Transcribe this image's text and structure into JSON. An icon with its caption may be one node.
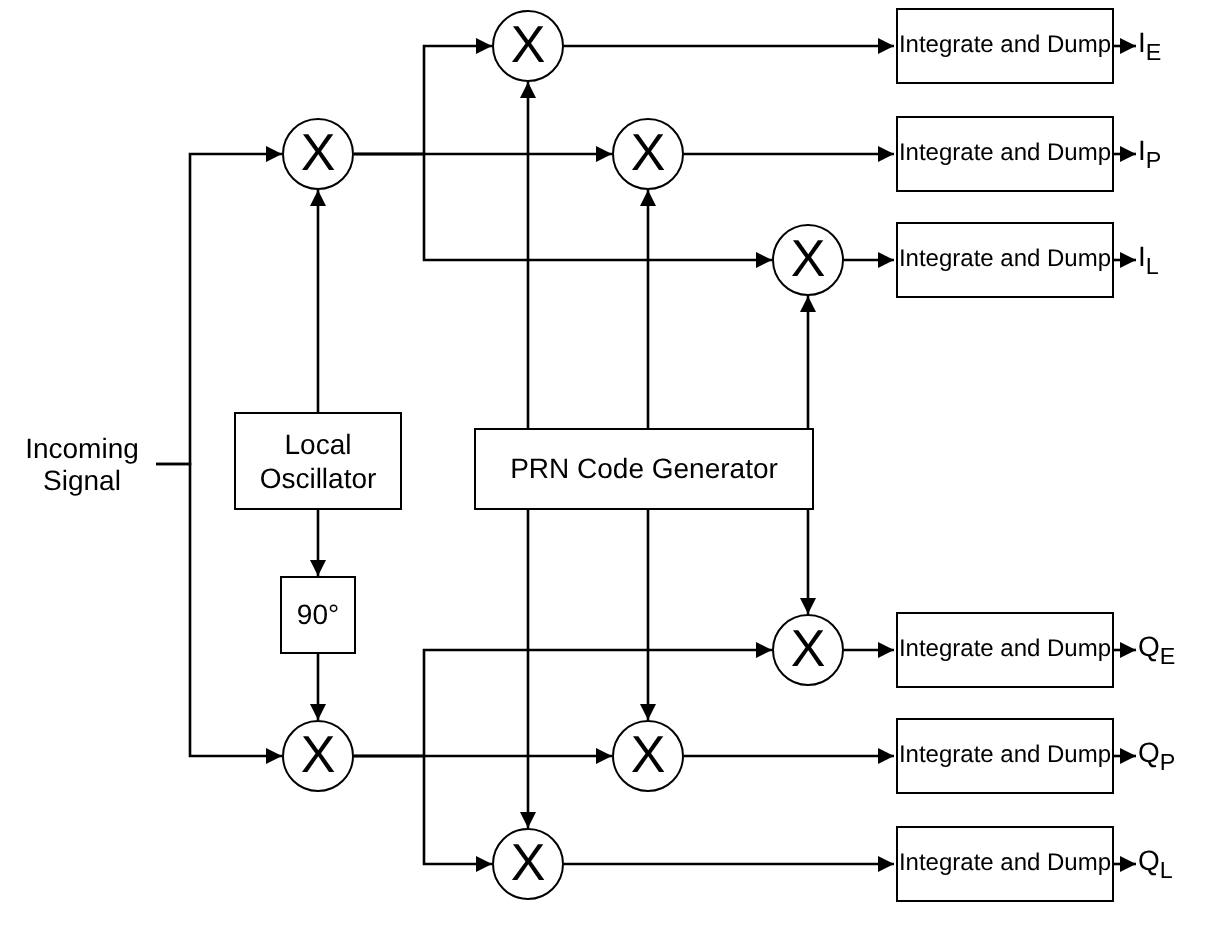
{
  "diagram": {
    "nodes": [
      {
        "text": [
          "Incoming Signal"
        ]
      },
      {
        "text": [
          "Local Oscillator"
        ]
      },
      {
        "text": [
          "90°"
        ]
      },
      {
        "text": [
          "PRN Code Generator"
        ]
      },
      {
        "text": [
          "X"
        ]
      },
      {
        "text": [
          "X"
        ]
      },
      {
        "text": [
          "X"
        ]
      },
      {
        "text": [
          "X"
        ]
      },
      {
        "text": [
          "X"
        ]
      },
      {
        "text": [
          "X"
        ]
      },
      {
        "text": [
          "X"
        ]
      },
      {
        "text": [
          "X"
        ]
      },
      {
        "text": [
          "Integrate and Dump"
        ]
      },
      {
        "text": [
          "Integrate and Dump"
        ]
      },
      {
        "text": [
          "Integrate and Dump"
        ]
      },
      {
        "text": [
          "Integrate and Dump"
        ]
      },
      {
        "text": [
          "Integrate and Dump"
        ]
      },
      {
        "text": [
          "Integrate and Dump"
        ]
      },
      {
        "text": [
          "I$_{E}$"
        ]
      },
      {
        "text": [
          "I$_{P}$"
        ]
      },
      {
        "text": [
          "I$_{L}$"
        ]
      },
      {
        "text": [
          "Q$_{E}$"
        ]
      },
      {
        "text": [
          "Q$_{P}$"
        ]
      },
      {
        "text": [
          "Q$_{L}$"
        ]
      }
    ],
    "edges": [
      {
        "from": 0,
        "to": 4,
        "arrow": "to"
      },
      {
        "from": 0,
        "to": 5,
        "arrow": "to"
      },
      {
        "from": 1,
        "to": 4,
        "arrow": "to"
      },
      {
        "from": 1,
        "to": 2,
        "arrow": "to"
      },
      {
        "from": 2,
        "to": 5,
        "arrow": "to"
      },
      {
        "from": 4,
        "to": 6,
        "arrow": "to"
      },
      {
        "from": 4,
        "to": 7,
        "arrow": "to"
      },
      {
        "from": 4,
        "to": 8,
        "arrow": "to"
      },
      {
        "from": 5,
        "to": 9,
        "arrow": "to"
      },
      {
        "from": 5,
        "to": 10,
        "arrow": "to"
      },
      {
        "from": 5,
        "to": 11,
        "arrow": "to"
      },
      {
        "from": 3,
        "to": 6,
        "arrow": "to"
      },
      {
        "from": 3,
        "to": 7,
        "arrow": "to"
      },
      {
        "from": 3,
        "to": 8,
        "arrow": "to"
      },
      {
        "from": 3,
        "to": 9,
        "arrow": "to"
      },
      {
        "from": 3,
        "to": 10,
        "arrow": "to"
      },
      {
        "from": 3,
        "to": 11,
        "arrow": "to"
      },
      {
        "from": 6,
        "to": 12,
        "arrow": "to"
      },
      {
        "from": 7,
        "to": 13,
        "arrow": "to"
      },
      {
        "from": 8,
        "to": 14,
        "arrow": "to"
      },
      {
        "from": 9,
        "to": 15,
        "arrow": "to"
      },
      {
        "from": 10,
        "to": 16,
        "arrow": "to"
      },
      {
        "from": 11,
        "to": 17,
        "arrow": "to"
      },
      {
        "from": 12,
        "to": 18,
        "arrow": "to"
      },
      {
        "from": 13,
        "to": 19,
        "arrow": "to"
      },
      {
        "from": 14,
        "to": 20,
        "arrow": "to"
      },
      {
        "from": 15,
        "to": 21,
        "arrow": "to"
      },
      {
        "from": 16,
        "to": 22,
        "arrow": "to"
      },
      {
        "from": 17,
        "to": 23,
        "arrow": "to"
      }
    ]
  }
}
